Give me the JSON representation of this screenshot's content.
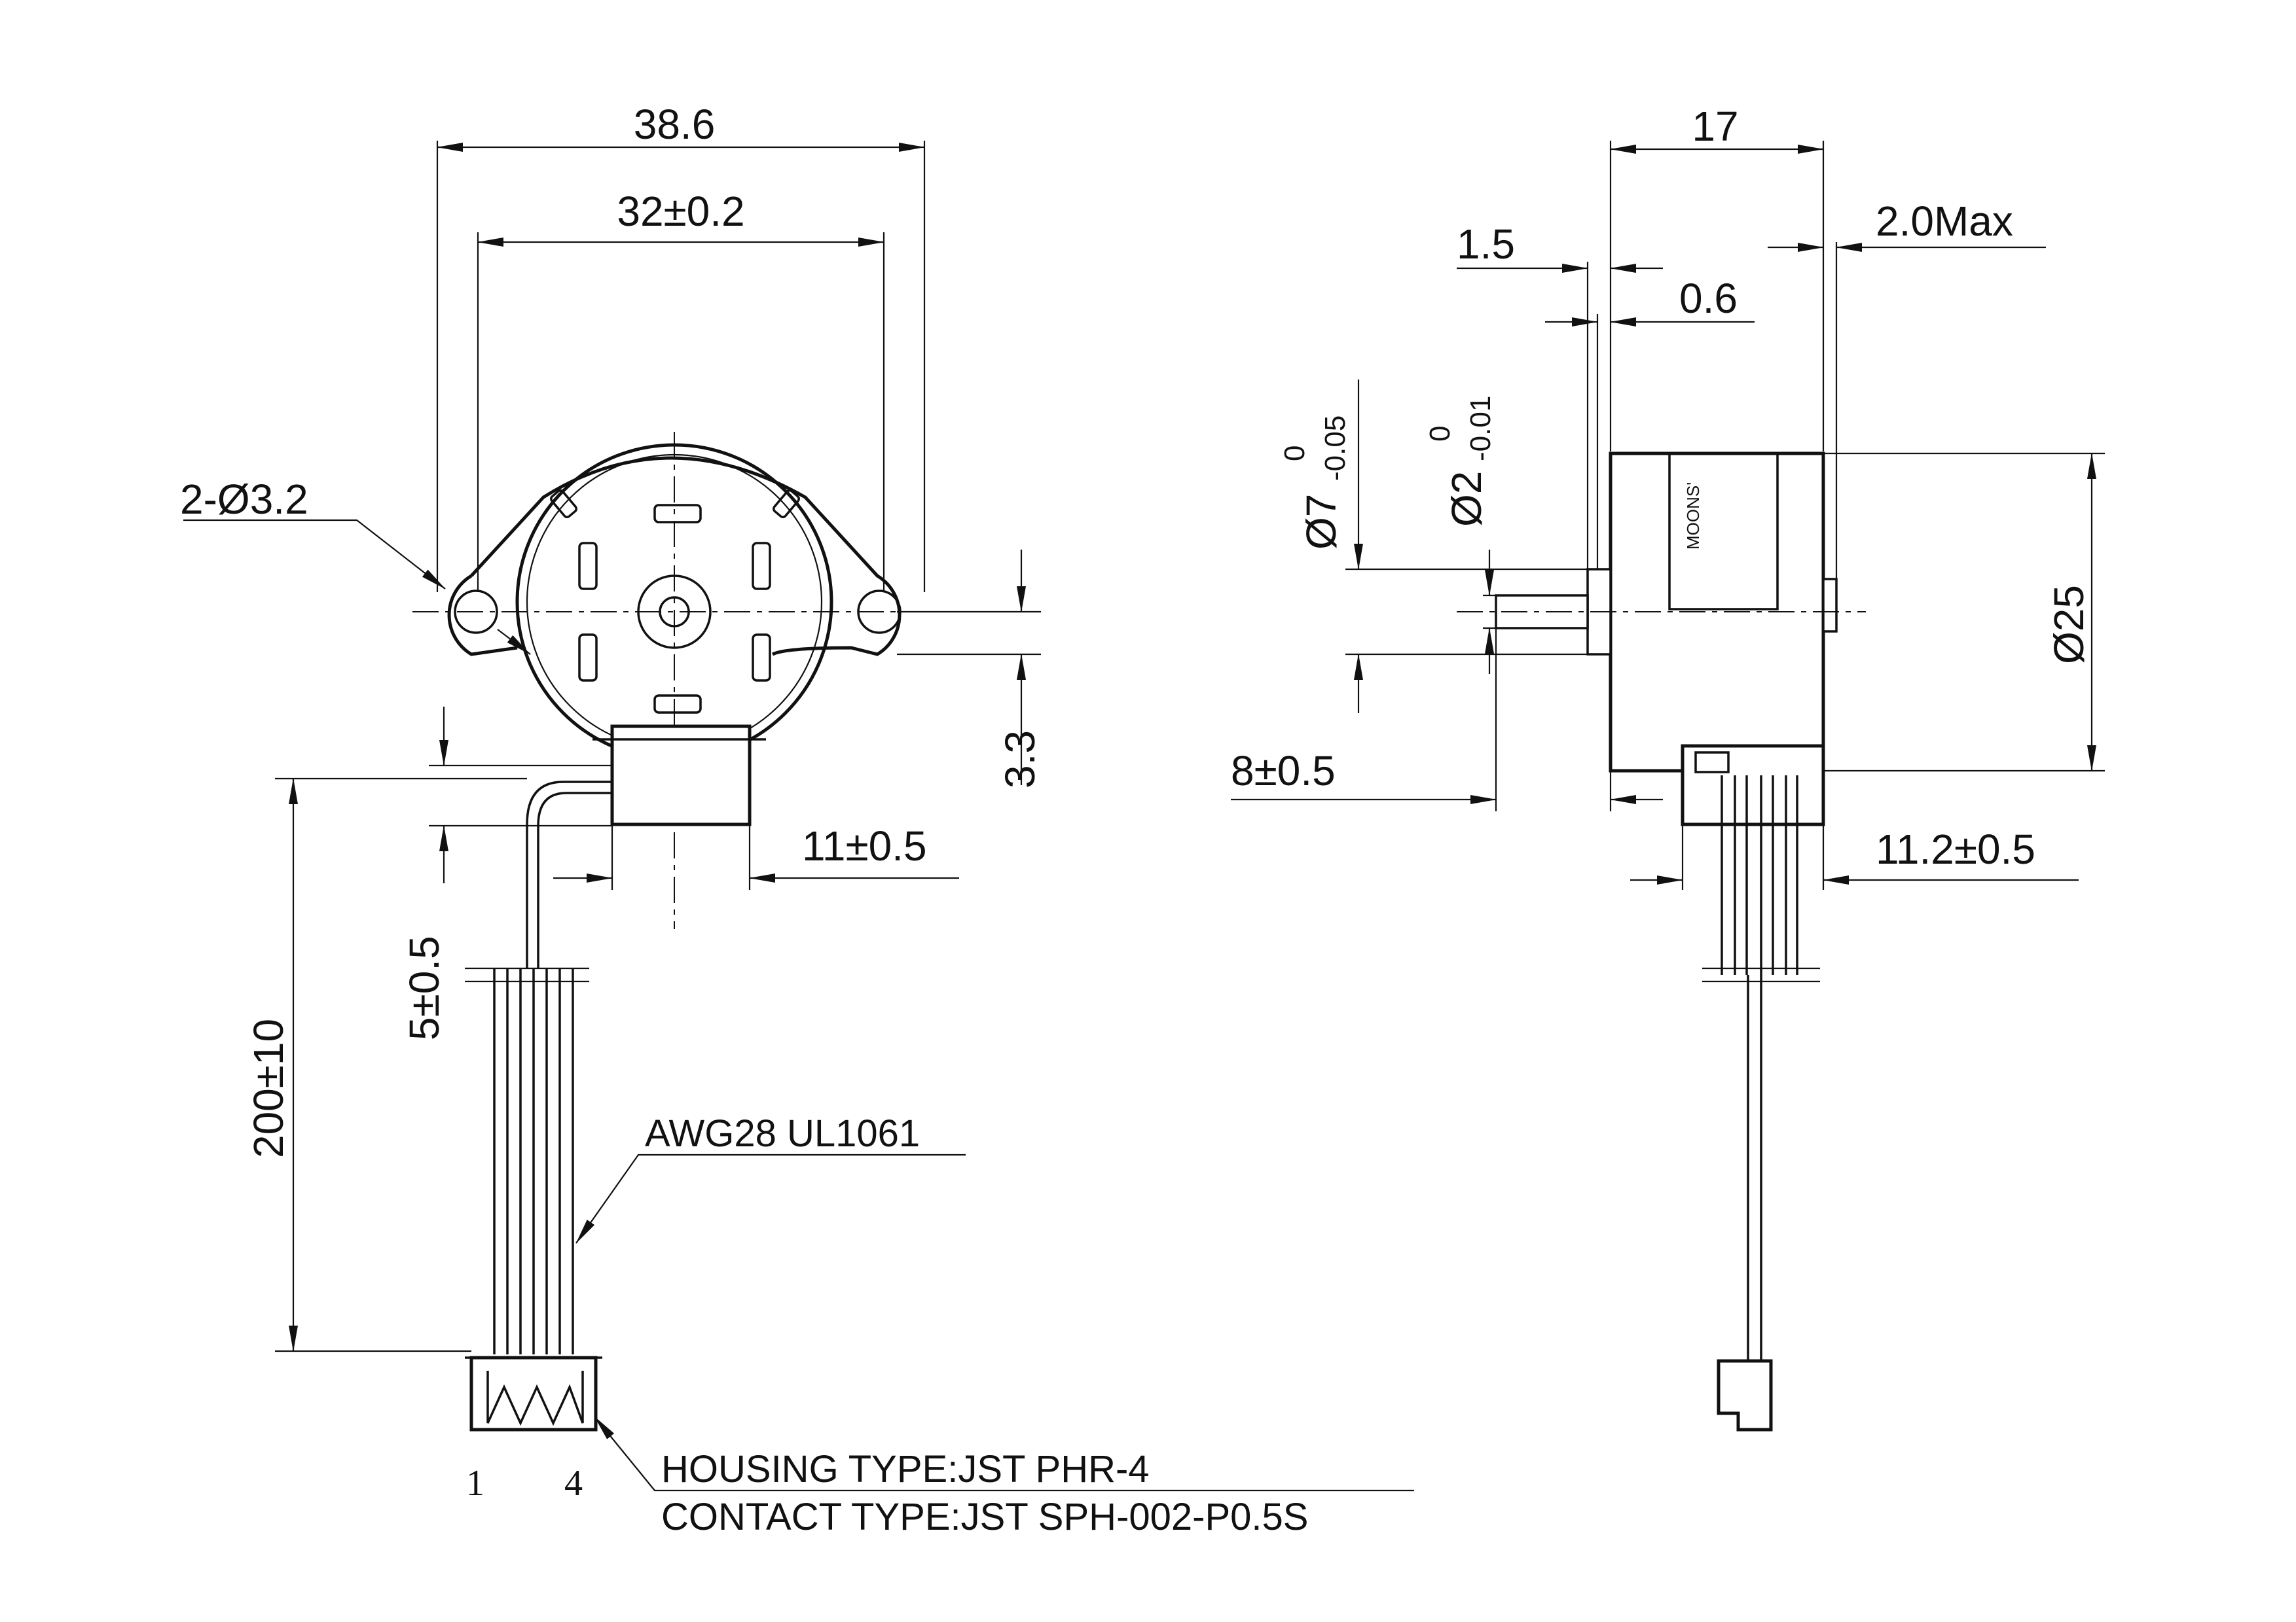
{
  "front_view": {
    "overall_width": "38.6",
    "hole_spacing": "32±0.2",
    "mount_holes": "2-Ø3.2",
    "flange_thickness": "3.3",
    "gear_housing_width": "11±0.5",
    "gear_housing_offset": "5±0.5",
    "lead_length": "200±10",
    "wire_spec": "AWG28 UL1061",
    "pin_first": "1",
    "pin_last": "4",
    "housing_type": "HOUSING TYPE:JST PHR-4",
    "contact_type": "CONTACT TYPE:JST SPH-002-P0.5S"
  },
  "side_view": {
    "body_length": "17",
    "flange_offset": "1.5",
    "shoulder": "0.6",
    "rear_protrusion": "2.0Max",
    "boss_diameter": "Ø7",
    "boss_tol_upper": "0",
    "boss_tol_lower": "-0.05",
    "shaft_diameter": "Ø2",
    "shaft_tol_upper": "0",
    "shaft_tol_lower": "-0.01",
    "body_diameter": "Ø25",
    "shaft_length": "8±0.5",
    "connector_width": "11.2±0.5",
    "brand_label": "MOONS'"
  }
}
